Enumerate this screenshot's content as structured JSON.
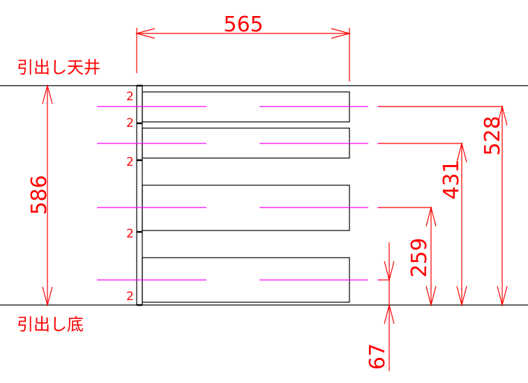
{
  "labels": {
    "top": "引出し天井",
    "bottom": "引出し底"
  },
  "dimensions": {
    "width": "565",
    "height": "586",
    "d528": "528",
    "d431": "431",
    "d259": "259",
    "d67": "67"
  },
  "gaps": [
    "2",
    "2",
    "2",
    "2",
    "2"
  ],
  "colors": {
    "dimension": "#ff0000",
    "centerline": "#ff00ff",
    "outline": "#000000"
  }
}
